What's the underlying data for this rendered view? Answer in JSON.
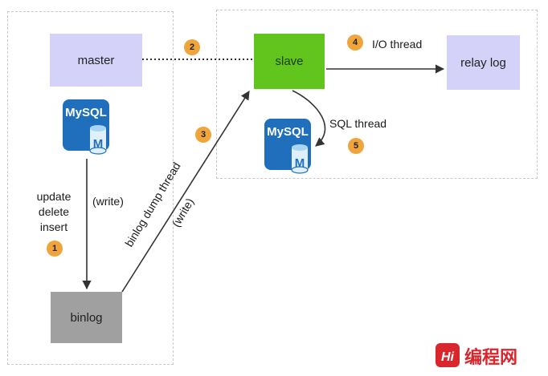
{
  "nodes": {
    "master": "master",
    "slave": "slave",
    "relay_log": "relay log",
    "binlog": "binlog"
  },
  "labels": {
    "io_thread": "I/O thread",
    "sql_thread": "SQL thread",
    "write_master": "(write)",
    "binlog_dump_thread": "binlog dump thread",
    "write_slave": "(write)",
    "update": "update",
    "delete": "delete",
    "insert": "insert"
  },
  "steps": [
    "1",
    "2",
    "3",
    "4",
    "5"
  ],
  "db_icons": [
    {
      "brand": "MySQL",
      "letter": "M"
    },
    {
      "brand": "MySQL",
      "letter": "M"
    }
  ],
  "watermark": {
    "logo": "Hi",
    "text": "编程网"
  },
  "colors": {
    "node_purple": "#d4d2f8",
    "slave_green": "#61c51d",
    "binlog_gray": "#a0a0a0",
    "badge_orange": "#f0a43c",
    "mysql_blue": "#1f6fbd",
    "logo_red": "#d9262c"
  }
}
